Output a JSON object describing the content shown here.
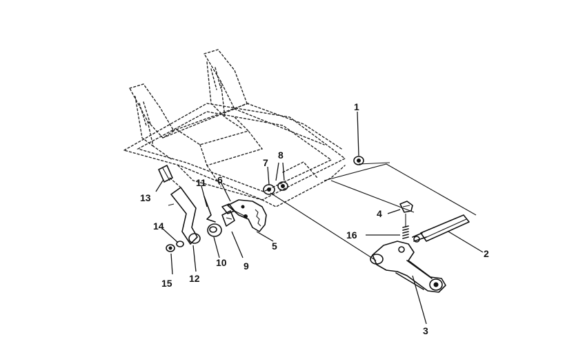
{
  "diagram": {
    "callouts": [
      {
        "id": "c1",
        "label": "1"
      },
      {
        "id": "c2",
        "label": "2"
      },
      {
        "id": "c3",
        "label": "3"
      },
      {
        "id": "c4",
        "label": "4"
      },
      {
        "id": "c5",
        "label": "5"
      },
      {
        "id": "c6",
        "label": "6"
      },
      {
        "id": "c7",
        "label": "7"
      },
      {
        "id": "c8",
        "label": "8"
      },
      {
        "id": "c9",
        "label": "9"
      },
      {
        "id": "c10",
        "label": "10"
      },
      {
        "id": "c11",
        "label": "11"
      },
      {
        "id": "c12",
        "label": "12"
      },
      {
        "id": "c13",
        "label": "13"
      },
      {
        "id": "c14",
        "label": "14"
      },
      {
        "id": "c15",
        "label": "15"
      },
      {
        "id": "c16",
        "label": "16"
      }
    ],
    "colors": {
      "ink": "#111111",
      "background": "#ffffff"
    }
  }
}
